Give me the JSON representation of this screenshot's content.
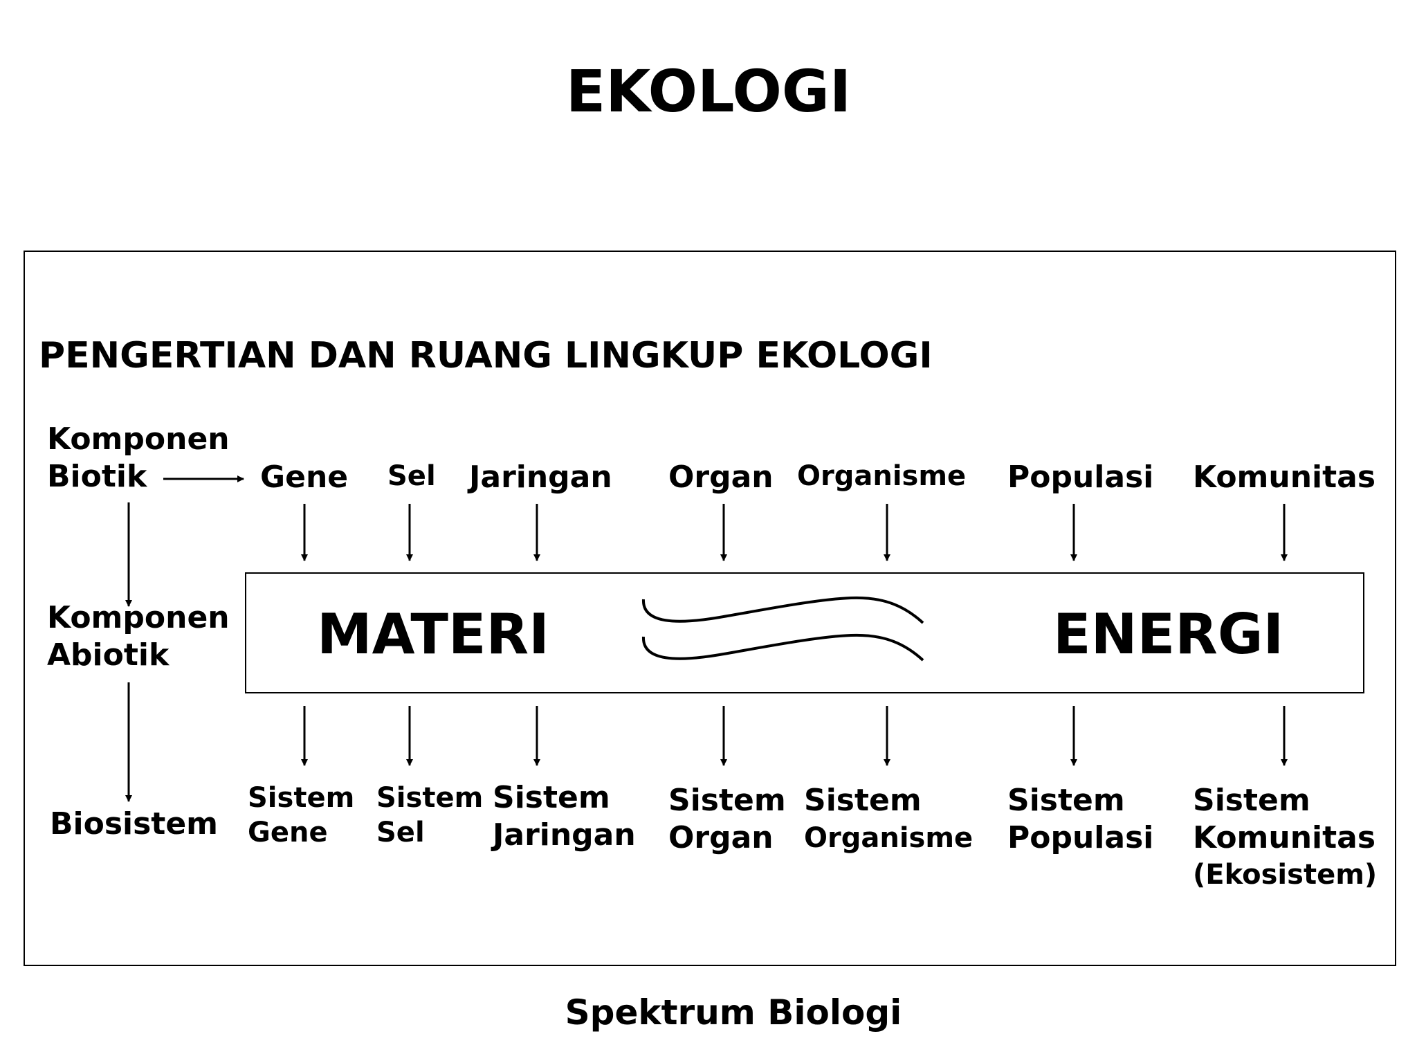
{
  "title": "EKOLOGI",
  "heading": "PENGERTIAN DAN RUANG LINGKUP EKOLOGI",
  "left_labels": {
    "biotik": [
      "Komponen",
      "Biotik"
    ],
    "abiotik": [
      "Komponen",
      "Abiotik"
    ],
    "biosistem": "Biosistem"
  },
  "top_levels": [
    "Gene",
    "Sel",
    "Jaringan",
    "Organ",
    "Organisme",
    "Populasi",
    "Komunitas"
  ],
  "bottom_levels": [
    [
      "Sistem",
      "Gene"
    ],
    [
      "Sistem",
      "Sel"
    ],
    [
      "Sistem",
      "Jaringan"
    ],
    [
      "Sistem",
      "Organ"
    ],
    [
      "Sistem",
      "Organisme"
    ],
    [
      "Sistem",
      "Populasi"
    ],
    [
      "Sistem",
      "Komunitas",
      "(Ekosistem)"
    ]
  ],
  "center": {
    "left": "MATERI",
    "right": "ENERGI"
  },
  "caption": "Spektrum Biologi"
}
